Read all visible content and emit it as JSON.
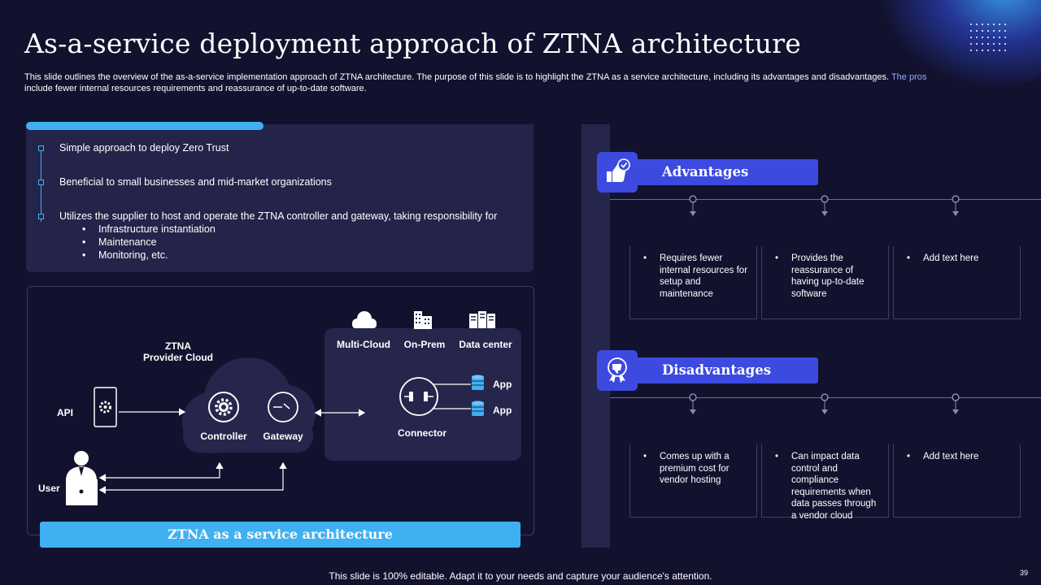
{
  "title": "As-a-service deployment approach of ZTNA architecture",
  "subtitle": {
    "main": "This slide outlines the overview of the as-a-service implementation approach of ZTNA architecture. The purpose of this slide is to highlight the ZTNA  as a service architecture, including its advantages and disadvantages. ",
    "highlight": "The pros",
    "line2": "include fewer internal resources requirements and reassurance of up-to-date software."
  },
  "points": [
    "Simple approach to deploy Zero Trust",
    "Beneficial to small businesses and mid-market organizations",
    "Utilizes the supplier to host and operate the ZTNA  controller and gateway, taking responsibility for"
  ],
  "sub_points": [
    "Infrastructure  instantiation",
    "Maintenance",
    "Monitoring, etc."
  ],
  "diagram": {
    "cloud_title_1": "ZTNA",
    "cloud_title_2": "Provider Cloud",
    "api": "API",
    "user": "User",
    "controller": "Controller",
    "gateway": "Gateway",
    "multicloud": "Multi-Cloud",
    "onprem": "On-Prem",
    "datacenter": "Data center",
    "app1": "App",
    "app2": "App",
    "connector": "Connector",
    "caption": "ZTNA as a service architecture"
  },
  "advantages": {
    "title": "Advantages",
    "icon": "thumbs-up-icon",
    "items": [
      "Requires fewer internal resources for setup and maintenance",
      "Provides the reassurance of having up-to-date software",
      "Add text here"
    ]
  },
  "disadvantages": {
    "title": "Disadvantages",
    "icon": "thumbs-down-badge-icon",
    "items": [
      "Comes up with a premium cost for vendor hosting",
      "Can impact data control and compliance requirements when data passes through a vendor cloud",
      "Add text here"
    ]
  },
  "colors": {
    "background": "#12122f",
    "panel": "#24244a",
    "accent_blue": "#3fb0f2",
    "accent_indigo": "#3d4ae0"
  },
  "footer": "This slide is 100% editable. Adapt it to your needs and capture your audience's attention.",
  "page_number": "39"
}
